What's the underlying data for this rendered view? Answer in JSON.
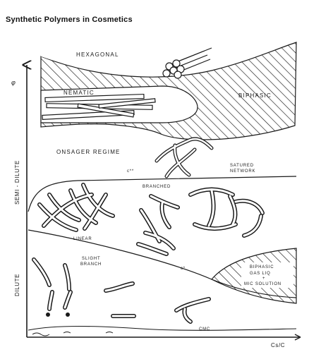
{
  "heading": "Synthetic Polymers in Cosmetics",
  "regions": {
    "hexagonal": "HEXAGONAL",
    "nematic": "NEMATIC",
    "biphasic": "BIPHASIC",
    "onsager": "ONSAGER REGIME",
    "satured_network_line1": "SATURED",
    "satured_network_line2": "NETWORK",
    "branched": "BRANCHED",
    "linear": "LINEAR",
    "slightly_branched_line1": "SLIGHT",
    "slightly_branched_line2": "BRANCH",
    "biphasic_dilute_line1": "BIPHASIC",
    "biphasic_dilute_line2": "GAS LIQ",
    "biphasic_dilute_line3": "+",
    "biphasic_dilute_line4": "MIC SOLUTION",
    "cmc": "CMC",
    "star_mark": "c**",
    "star_mark_small": "c*"
  },
  "axes": {
    "y_dilute": "DILUTE",
    "y_semidilute": "SEMI - DILUTE",
    "x_label": "Cs/C"
  },
  "colors": {
    "ink": "#1a1a1a",
    "paper": "#ffffff"
  }
}
